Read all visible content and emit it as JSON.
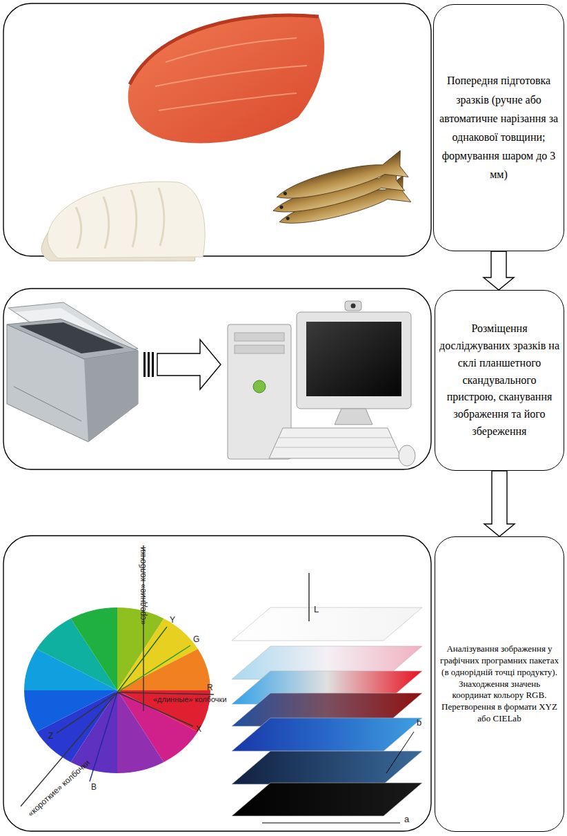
{
  "diagram": {
    "nodes": [
      {
        "text": [
          "Попередня підготовка зразків (ручне або автоматичне нарізання за однакової товщини; формування шаром до 3 мм)"
        ]
      },
      {
        "text": [
          "Розміщення досліджуваних зразків на склі планшетного скандувального пристрою, сканування зображення та його збереження"
        ]
      },
      {
        "text": [
          "Аналізування зображення у графічних програмних пакетах (в однорідній точці продукту). Знаходження значень координат кольору RGB. Перетворення в формати XYZ або CIELab"
        ]
      }
    ],
    "edges": [
      {
        "from": 0,
        "to": 1,
        "arrow": "to"
      },
      {
        "from": 1,
        "to": 2,
        "arrow": "to"
      }
    ],
    "labels": [
      "«средние» колбочки",
      "Y",
      "G",
      "R",
      "«длинные» колбочки",
      "X",
      "Z",
      "«короткие» колбочки",
      "B",
      "L",
      "b",
      "a"
    ]
  }
}
